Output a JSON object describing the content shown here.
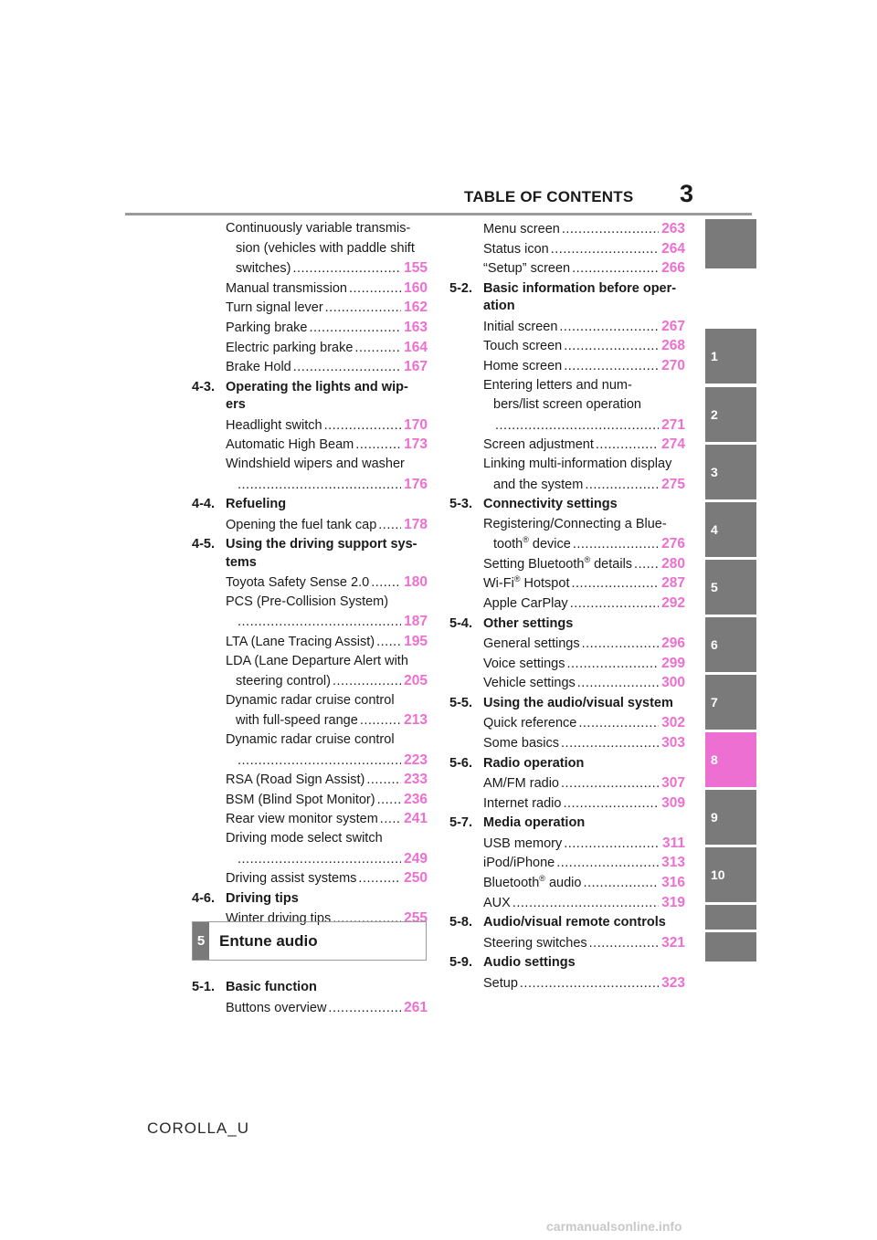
{
  "header": {
    "title": "TABLE OF CONTENTS",
    "page_number": "3"
  },
  "left_col": [
    {
      "type": "entry",
      "lines": [
        "Continuously variable transmis-",
        "sion (vehicles with paddle shift"
      ],
      "last": "switches)",
      "page": "155"
    },
    {
      "type": "entry",
      "lines": [],
      "last": "Manual transmission",
      "page": "160"
    },
    {
      "type": "entry",
      "lines": [],
      "last": "Turn signal lever",
      "page": "162"
    },
    {
      "type": "entry",
      "lines": [],
      "last": "Parking brake",
      "page": "163"
    },
    {
      "type": "entry",
      "lines": [],
      "last": "Electric parking brake",
      "page": "164"
    },
    {
      "type": "entry",
      "lines": [],
      "last": "Brake Hold",
      "page": "167"
    },
    {
      "type": "section",
      "num": "4-3.",
      "lines": [
        "Operating the lights and wip-",
        "ers"
      ]
    },
    {
      "type": "entry",
      "lines": [],
      "last": "Headlight switch",
      "page": "170"
    },
    {
      "type": "entry",
      "lines": [],
      "last": "Automatic High Beam",
      "page": "173"
    },
    {
      "type": "entry",
      "lines": [
        "Windshield wipers and washer"
      ],
      "last": "",
      "page": "176"
    },
    {
      "type": "section",
      "num": "4-4.",
      "lines": [
        "Refueling"
      ]
    },
    {
      "type": "entry",
      "lines": [],
      "last": "Opening the fuel tank cap",
      "page": "178"
    },
    {
      "type": "section",
      "num": "4-5.",
      "lines": [
        "Using the driving support sys-",
        "tems"
      ]
    },
    {
      "type": "entry",
      "lines": [],
      "last": "Toyota Safety Sense 2.0",
      "page": "180"
    },
    {
      "type": "entry",
      "lines": [
        "PCS (Pre-Collision System)"
      ],
      "last": "",
      "page": "187"
    },
    {
      "type": "entry",
      "lines": [],
      "last": "LTA (Lane Tracing Assist)",
      "page": "195"
    },
    {
      "type": "entry",
      "lines": [
        "LDA (Lane Departure Alert with"
      ],
      "last": "steering control)",
      "page": "205"
    },
    {
      "type": "entry",
      "lines": [
        "Dynamic radar cruise control"
      ],
      "last": "with full-speed range",
      "page": "213"
    },
    {
      "type": "entry",
      "lines": [
        "Dynamic radar cruise control"
      ],
      "last": "",
      "page": "223"
    },
    {
      "type": "entry",
      "lines": [],
      "last": "RSA (Road Sign Assist)",
      "page": "233"
    },
    {
      "type": "entry",
      "lines": [],
      "last": "BSM (Blind Spot Monitor)",
      "page": "236"
    },
    {
      "type": "entry",
      "lines": [],
      "last": "Rear view monitor system",
      "page": "241"
    },
    {
      "type": "entry",
      "lines": [
        "Driving mode select switch"
      ],
      "last": "",
      "page": "249"
    },
    {
      "type": "entry",
      "lines": [],
      "last": "Driving assist systems",
      "page": "250"
    },
    {
      "type": "section",
      "num": "4-6.",
      "lines": [
        "Driving tips"
      ]
    },
    {
      "type": "entry",
      "lines": [],
      "last": "Winter driving tips",
      "page": "255"
    }
  ],
  "chapter_box": {
    "number": "5",
    "title": "Entune audio"
  },
  "left_col_bottom": [
    {
      "type": "section",
      "num": "5-1.",
      "lines": [
        "Basic function"
      ]
    },
    {
      "type": "entry",
      "lines": [],
      "last": "Buttons overview",
      "page": "261"
    }
  ],
  "right_col": [
    {
      "type": "entry",
      "lines": [],
      "last": "Menu screen",
      "page": "263"
    },
    {
      "type": "entry",
      "lines": [],
      "last": "Status icon",
      "page": "264"
    },
    {
      "type": "entry",
      "lines": [],
      "last": "“Setup” screen",
      "page": "266"
    },
    {
      "type": "section",
      "num": "5-2.",
      "lines": [
        "Basic information before oper-",
        "ation"
      ]
    },
    {
      "type": "entry",
      "lines": [],
      "last": "Initial screen",
      "page": "267"
    },
    {
      "type": "entry",
      "lines": [],
      "last": "Touch screen",
      "page": "268"
    },
    {
      "type": "entry",
      "lines": [],
      "last": "Home screen",
      "page": "270"
    },
    {
      "type": "entry",
      "lines": [
        "Entering letters and num-",
        "bers/list screen operation"
      ],
      "last": "",
      "page": "271"
    },
    {
      "type": "entry",
      "lines": [],
      "last": "Screen adjustment",
      "page": "274"
    },
    {
      "type": "entry",
      "lines": [
        "Linking multi-information display"
      ],
      "last": "and the system",
      "page": "275"
    },
    {
      "type": "section",
      "num": "5-3.",
      "lines": [
        "Connectivity settings"
      ]
    },
    {
      "type": "entry",
      "lines": [
        "Registering/Connecting a Blue-"
      ],
      "last": "tooth® device",
      "page": "276"
    },
    {
      "type": "entry",
      "lines": [],
      "last": "Setting Bluetooth® details",
      "page": "280"
    },
    {
      "type": "entry",
      "lines": [],
      "last": "Wi-Fi® Hotspot",
      "page": "287"
    },
    {
      "type": "entry",
      "lines": [],
      "last": "Apple CarPlay",
      "page": "292"
    },
    {
      "type": "section",
      "num": "5-4.",
      "lines": [
        "Other settings"
      ]
    },
    {
      "type": "entry",
      "lines": [],
      "last": "General settings",
      "page": "296"
    },
    {
      "type": "entry",
      "lines": [],
      "last": "Voice settings",
      "page": "299"
    },
    {
      "type": "entry",
      "lines": [],
      "last": "Vehicle settings",
      "page": "300"
    },
    {
      "type": "section",
      "num": "5-5.",
      "lines": [
        "Using the audio/visual system"
      ]
    },
    {
      "type": "entry",
      "lines": [],
      "last": "Quick reference",
      "page": "302"
    },
    {
      "type": "entry",
      "lines": [],
      "last": "Some basics",
      "page": "303"
    },
    {
      "type": "section",
      "num": "5-6.",
      "lines": [
        "Radio operation"
      ]
    },
    {
      "type": "entry",
      "lines": [],
      "last": "AM/FM radio",
      "page": "307"
    },
    {
      "type": "entry",
      "lines": [],
      "last": "Internet radio",
      "page": "309"
    },
    {
      "type": "section",
      "num": "5-7.",
      "lines": [
        "Media operation"
      ]
    },
    {
      "type": "entry",
      "lines": [],
      "last": "USB memory",
      "page": "311"
    },
    {
      "type": "entry",
      "lines": [],
      "last": "iPod/iPhone",
      "page": "313"
    },
    {
      "type": "entry",
      "lines": [],
      "last": "Bluetooth® audio",
      "page": "316"
    },
    {
      "type": "entry",
      "lines": [],
      "last": "AUX",
      "page": "319"
    },
    {
      "type": "section",
      "num": "5-8.",
      "lines": [
        "Audio/visual remote controls"
      ]
    },
    {
      "type": "entry",
      "lines": [],
      "last": "Steering switches",
      "page": "321"
    },
    {
      "type": "section",
      "num": "5-9.",
      "lines": [
        "Audio settings"
      ]
    },
    {
      "type": "entry",
      "lines": [],
      "last": "Setup",
      "page": "323"
    }
  ],
  "tabs": [
    {
      "label": "",
      "active": false
    },
    {
      "label": "1",
      "active": true
    },
    {
      "label": "2",
      "active": false
    },
    {
      "label": "3",
      "active": false
    },
    {
      "label": "4",
      "active": false
    },
    {
      "label": "5",
      "active": false
    },
    {
      "label": "6",
      "active": false
    },
    {
      "label": "7",
      "active": false
    },
    {
      "label": "8",
      "active": true
    },
    {
      "label": "9",
      "active": false
    },
    {
      "label": "10",
      "active": false
    },
    {
      "label": "",
      "active": false
    },
    {
      "label": "",
      "active": false
    }
  ],
  "footer": {
    "code": "COROLLA_U"
  },
  "watermark": "carmanualsonline.info",
  "colors": {
    "accent": "#ee6fd2",
    "tab_gray": "#7a7a7a",
    "rule": "#9a9a9a"
  }
}
